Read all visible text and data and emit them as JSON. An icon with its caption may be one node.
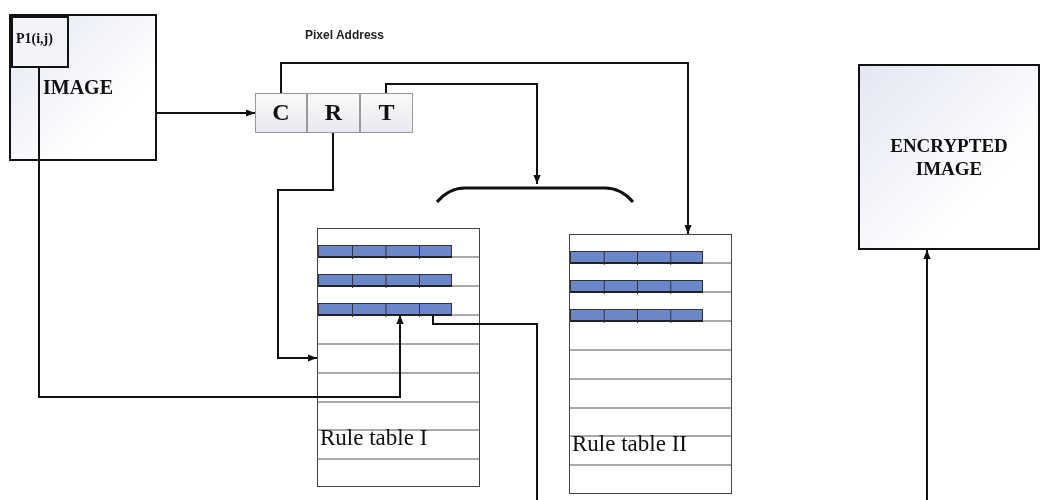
{
  "diagram": {
    "nodes": [
      {
        "text": [
          "IMAGE"
        ]
      },
      {
        "text": [
          "P1(i,j)"
        ],
        "in": 0
      },
      {
        "text": [
          "C"
        ]
      },
      {
        "text": [
          "R"
        ]
      },
      {
        "text": [
          "T"
        ]
      },
      {
        "text": [],
        "shape": "bracket"
      },
      {
        "text": [
          "Rule table I"
        ]
      },
      {
        "text": [],
        "shape": "bar",
        "in": 6
      },
      {
        "text": [],
        "shape": "bar",
        "in": 6
      },
      {
        "text": [],
        "shape": "bar",
        "in": 6
      },
      {
        "text": [
          "Rule table II"
        ]
      },
      {
        "text": [],
        "shape": "bar",
        "in": 10
      },
      {
        "text": [],
        "shape": "bar",
        "in": 10
      },
      {
        "text": [],
        "shape": "bar",
        "in": 10
      },
      {
        "text": [
          "ENCRYPTED IMAGE"
        ]
      }
    ],
    "edges": [
      {
        "from": 0,
        "to": 2,
        "arrow": "to"
      },
      {
        "from": 2,
        "to": 10,
        "arrow": "to"
      },
      {
        "from": 4,
        "to": 5,
        "arrow": "to"
      },
      {
        "from": 3,
        "to": 6,
        "arrow": "to"
      },
      {
        "from": 1,
        "to": 9,
        "arrow": "to"
      },
      {
        "from": 9,
        "to": null,
        "arrow": "none"
      },
      {
        "from": null,
        "to": 14,
        "arrow": "to"
      }
    ],
    "labels": [
      "Pixel Address"
    ]
  }
}
